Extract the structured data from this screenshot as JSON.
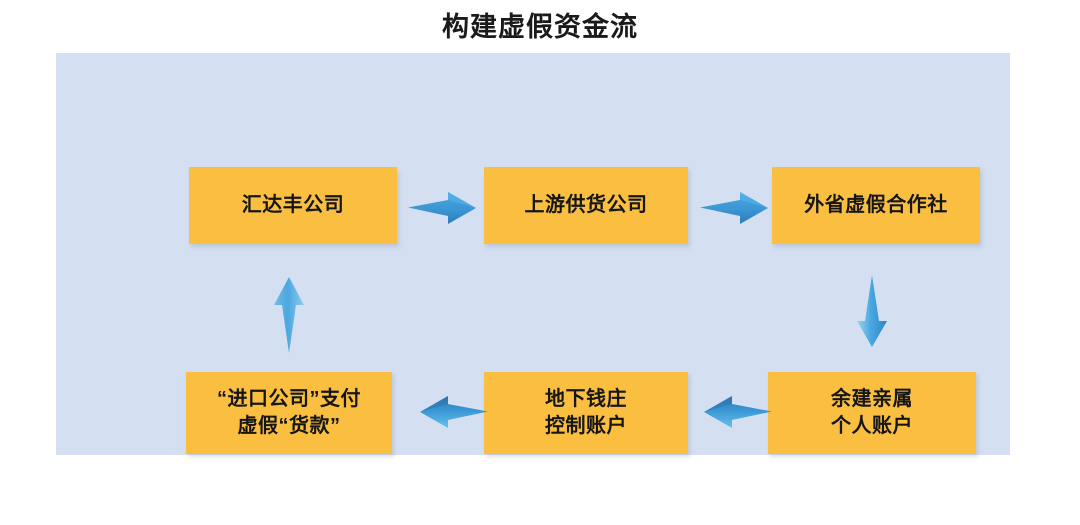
{
  "title": "构建虚假资金流",
  "colors": {
    "panel_background": "#d4dff2",
    "node_fill": "#fabf41",
    "arrow_fill": "#3c9ad9",
    "text": "#161616",
    "page_background": "#ffffff"
  },
  "flow": {
    "nodes": [
      {
        "id": "huidafeng",
        "label": "汇达丰公司",
        "row": "top",
        "column": 1
      },
      {
        "id": "supplier",
        "label": "上游供货公司",
        "row": "top",
        "column": 2
      },
      {
        "id": "coop",
        "label": "外省虚假合作社",
        "row": "top",
        "column": 3
      },
      {
        "id": "import",
        "label": "“进口公司”支付\n虚假“货款”",
        "row": "bottom",
        "column": 1
      },
      {
        "id": "underground",
        "label": "地下钱庄\n控制账户",
        "row": "bottom",
        "column": 2
      },
      {
        "id": "relative",
        "label": "余建亲属\n个人账户",
        "row": "bottom",
        "column": 3
      }
    ],
    "arrows": [
      {
        "id": "arrow-1",
        "from": "huidafeng",
        "to": "supplier",
        "direction": "right"
      },
      {
        "id": "arrow-2",
        "from": "supplier",
        "to": "coop",
        "direction": "right"
      },
      {
        "id": "arrow-5",
        "from": "coop",
        "to": "relative",
        "direction": "down"
      },
      {
        "id": "arrow-4",
        "from": "relative",
        "to": "underground",
        "direction": "left"
      },
      {
        "id": "arrow-3",
        "from": "underground",
        "to": "import",
        "direction": "left"
      },
      {
        "id": "arrow-6",
        "from": "import",
        "to": "huidafeng",
        "direction": "up"
      }
    ]
  }
}
